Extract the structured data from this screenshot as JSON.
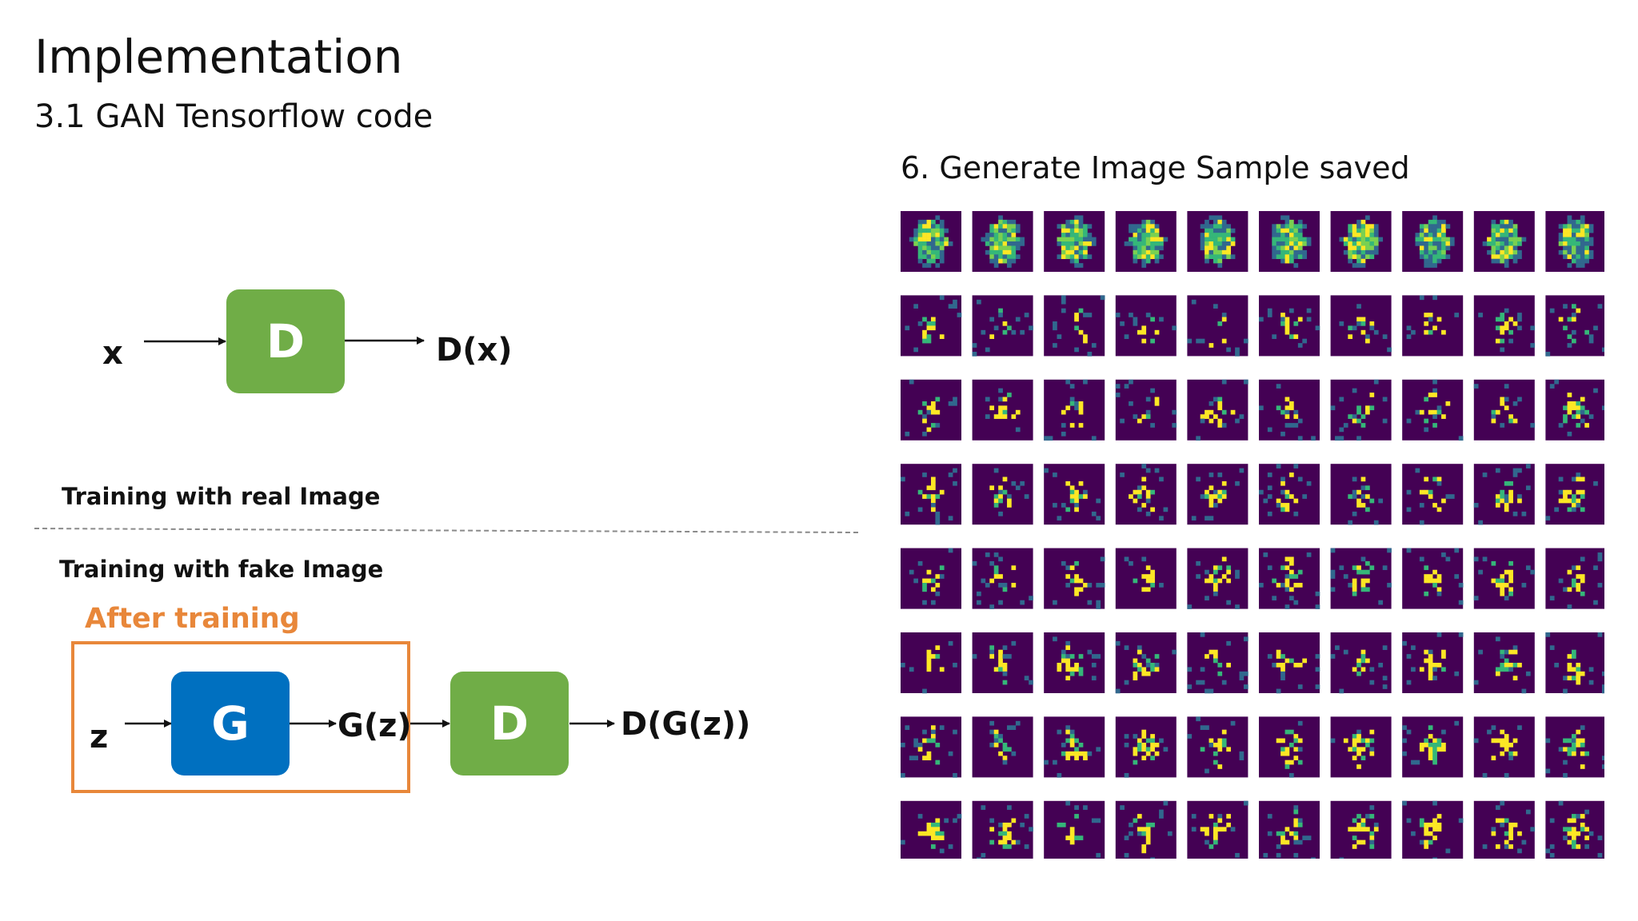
{
  "slide": {
    "title": "Implementation",
    "subtitle": "3.1 GAN Tensorflow code"
  },
  "real_training": {
    "input_label": "x",
    "block_label": "D",
    "output_label": "D(x)",
    "caption": "Training with real Image"
  },
  "fake_training": {
    "caption": "Training with fake Image",
    "after_training_label": "After training",
    "input_label": "z",
    "generator_label": "G",
    "generator_output_label": "G(z)",
    "discriminator_label": "D",
    "output_label": "D(G(z))"
  },
  "samples": {
    "title": "6. Generate Image Sample saved",
    "rows": 8,
    "cols": 10,
    "colors": {
      "background": "#440154",
      "low": "#31688e",
      "mid": "#35b779",
      "high": "#fde725"
    }
  },
  "colors": {
    "discriminator": "#70ad47",
    "generator": "#0070c0",
    "after_training": "#e8873a"
  }
}
